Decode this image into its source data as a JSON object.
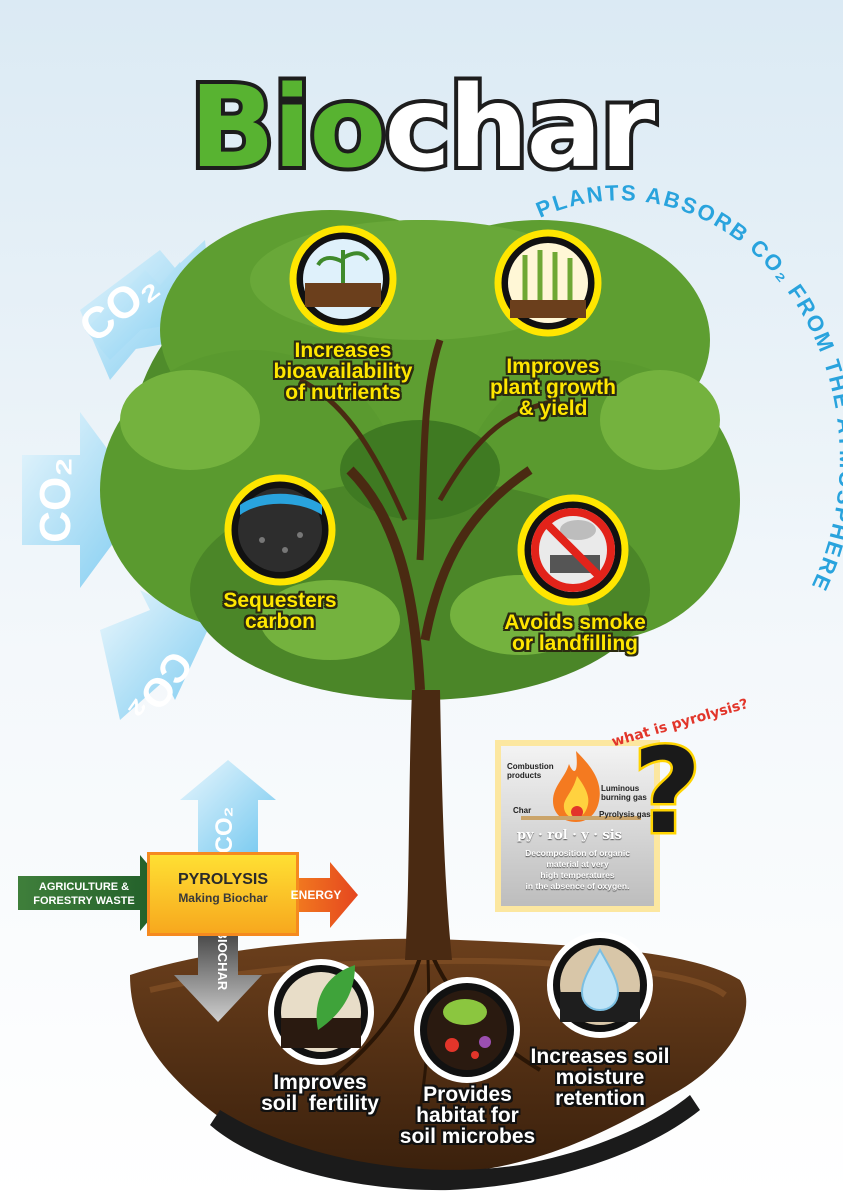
{
  "title": {
    "part1": "Bio",
    "part2": "char"
  },
  "colors": {
    "green": "#58b331",
    "yellow_text": "#ffe600",
    "sky_blue": "#29a3dd",
    "soil_brown": "#5a3417",
    "pyrolysis_orange": "#f58a1f"
  },
  "arc_text": "PLANTS ABSORB CO₂ FROM THE ATMOSPHERE",
  "co2_arrows": [
    {
      "label": "CO₂"
    },
    {
      "label": "CO₂"
    },
    {
      "label": "CO₂"
    },
    {
      "label": "CO₂"
    }
  ],
  "tree_benefits": [
    {
      "lines": [
        "Increases",
        "bioavailability",
        "of nutrients"
      ],
      "icon": "plant-roots-icon"
    },
    {
      "lines": [
        "Improves",
        "plant growth",
        "& yield"
      ],
      "icon": "corn-field-icon"
    },
    {
      "lines": [
        "Sequesters",
        "carbon"
      ],
      "icon": "carbon-soil-icon"
    },
    {
      "lines": [
        "Avoids smoke",
        "or landfilling"
      ],
      "icon": "no-smoke-icon"
    }
  ],
  "process": {
    "input": {
      "lines": [
        "AGRICULTURE &",
        "FORESTRY WASTE"
      ]
    },
    "box": {
      "title": "PYROLYSIS",
      "subtitle": "Making Biochar"
    },
    "energy": "ENERGY",
    "output": "BIOCHAR"
  },
  "pyrolysis_card": {
    "question": "what is pyrolysis?",
    "labels": {
      "combustion": [
        "Combustion",
        "products"
      ],
      "luminous": [
        "Luminous",
        "burning gas"
      ],
      "char": "Char",
      "pyrolysis_gas": "Pyrolysis gas"
    },
    "word": "py · rol · y · sis",
    "definition": [
      "Decomposition of organic",
      "material at very",
      "high temperatures",
      "in the absence of oxygen."
    ]
  },
  "soil_benefits": [
    {
      "lines": [
        "Improves",
        "soil  fertility"
      ],
      "icon": "leaf-sprout-icon"
    },
    {
      "lines": [
        "Provides",
        "habitat for",
        "soil microbes"
      ],
      "icon": "microbe-icon"
    },
    {
      "lines": [
        "Increases soil",
        "moisture",
        "retention"
      ],
      "icon": "water-drop-icon"
    }
  ]
}
